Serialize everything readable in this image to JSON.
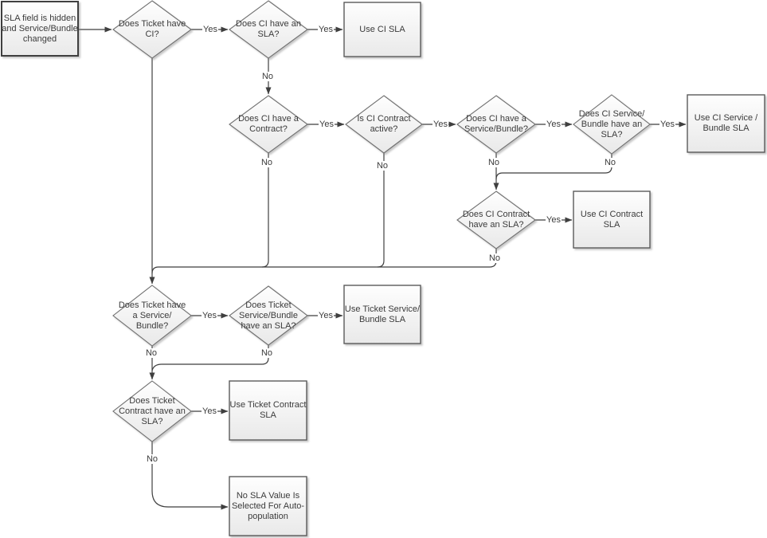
{
  "labels": {
    "yes": "Yes",
    "no": "No"
  },
  "theme": {
    "line_color": "#3f3f3f",
    "node_border_color": "#707070",
    "node_fill_top": "#fefefe",
    "node_fill_bottom": "#e9e9e9",
    "text_color": "#3b3b3b",
    "background": "#ffffff"
  },
  "nodes": {
    "start": {
      "type": "process",
      "label": "SLA field is hidden\nand Service/Bundle\nchanged"
    },
    "ticket_ci": {
      "type": "decision",
      "label": "Does Ticket have\nCI?"
    },
    "ci_sla": {
      "type": "decision",
      "label": "Does CI have an\nSLA?"
    },
    "use_ci_sla": {
      "type": "process",
      "label": "Use CI SLA"
    },
    "ci_contract": {
      "type": "decision",
      "label": "Does CI have a\nContract?"
    },
    "ci_contract_active": {
      "type": "decision",
      "label": "Is CI Contract\nactive?"
    },
    "ci_service_bundle": {
      "type": "decision",
      "label": "Does CI have a\nService/Bundle?"
    },
    "ci_sb_sla": {
      "type": "decision",
      "label": "Does CI Service/\nBundle have an\nSLA?"
    },
    "use_ci_sb_sla": {
      "type": "process",
      "label": "Use CI Service /\nBundle SLA"
    },
    "ci_contract_sla": {
      "type": "decision",
      "label": "Does CI Contract\nhave an SLA?"
    },
    "use_ci_contract_sla": {
      "type": "process",
      "label": "Use  CI Contract SLA"
    },
    "ticket_sb": {
      "type": "decision",
      "label": "Does Ticket have\na Service/\nBundle?"
    },
    "ticket_sb_sla": {
      "type": "decision",
      "label": "Does Ticket\nService/Bundle\nhave an SLA?"
    },
    "use_ticket_sb_sla": {
      "type": "process",
      "label": "Use Ticket Service/\nBundle SLA"
    },
    "ticket_contract_sla": {
      "type": "decision",
      "label": "Does Ticket\nContract have an\nSLA?"
    },
    "use_ticket_contract_sla": {
      "type": "process",
      "label": "Use Ticket Contract\nSLA"
    },
    "no_sla": {
      "type": "process",
      "label": "No SLA Value Is\nSelected For Auto-\npopulation"
    }
  }
}
